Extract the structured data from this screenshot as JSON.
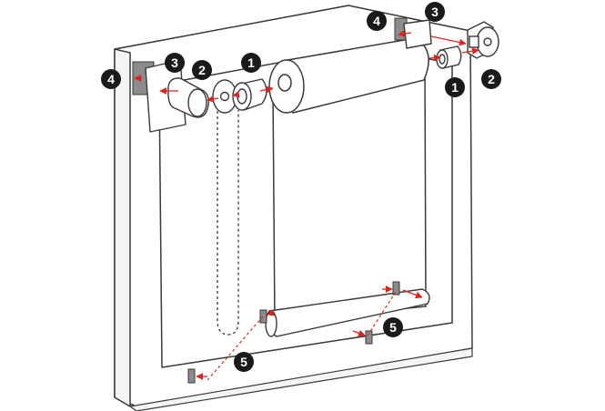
{
  "callouts": {
    "end_plug": "1",
    "bearing": "2",
    "bracket": "3",
    "adhesive_pad": "4",
    "bottom_clip": "5"
  },
  "colors": {
    "badge": "#1a1a1a",
    "arrow": "#e2231a",
    "outline": "#3a3a3a",
    "pad_fill": "#8c8c8c"
  }
}
